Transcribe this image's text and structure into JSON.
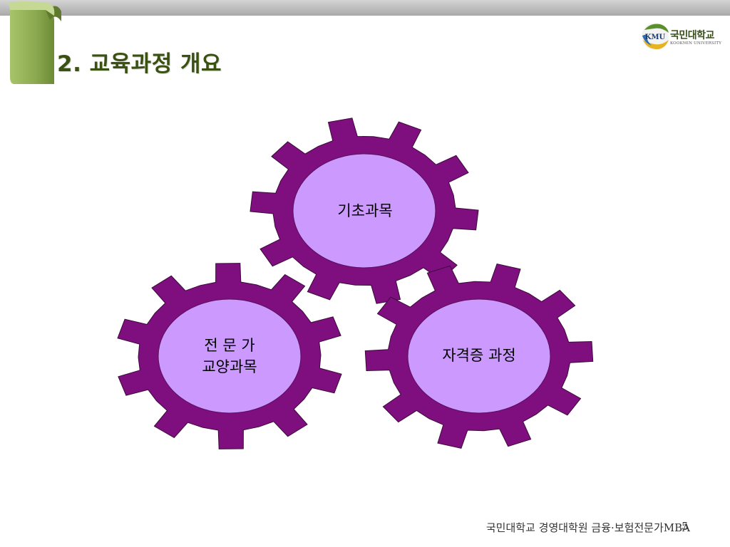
{
  "slide": {
    "title": "2. 교육과정 개요",
    "footer": "국민대학교 경영대학원 금융·보험전문가MBA",
    "page_number": "5"
  },
  "logo": {
    "mark_text": "KMU",
    "name_ko": "국민대학교",
    "name_en": "KOOKMIN UNIVERSITY"
  },
  "diagram": {
    "gears": [
      {
        "lines": [
          "기초과목"
        ]
      },
      {
        "lines": [
          "전 문 가",
          "교양과목"
        ]
      },
      {
        "lines": [
          "자격증 과정"
        ]
      }
    ],
    "colors": {
      "gear": "#7f0f7f",
      "hub": "#cc99ff",
      "title": "#3b5111"
    }
  }
}
